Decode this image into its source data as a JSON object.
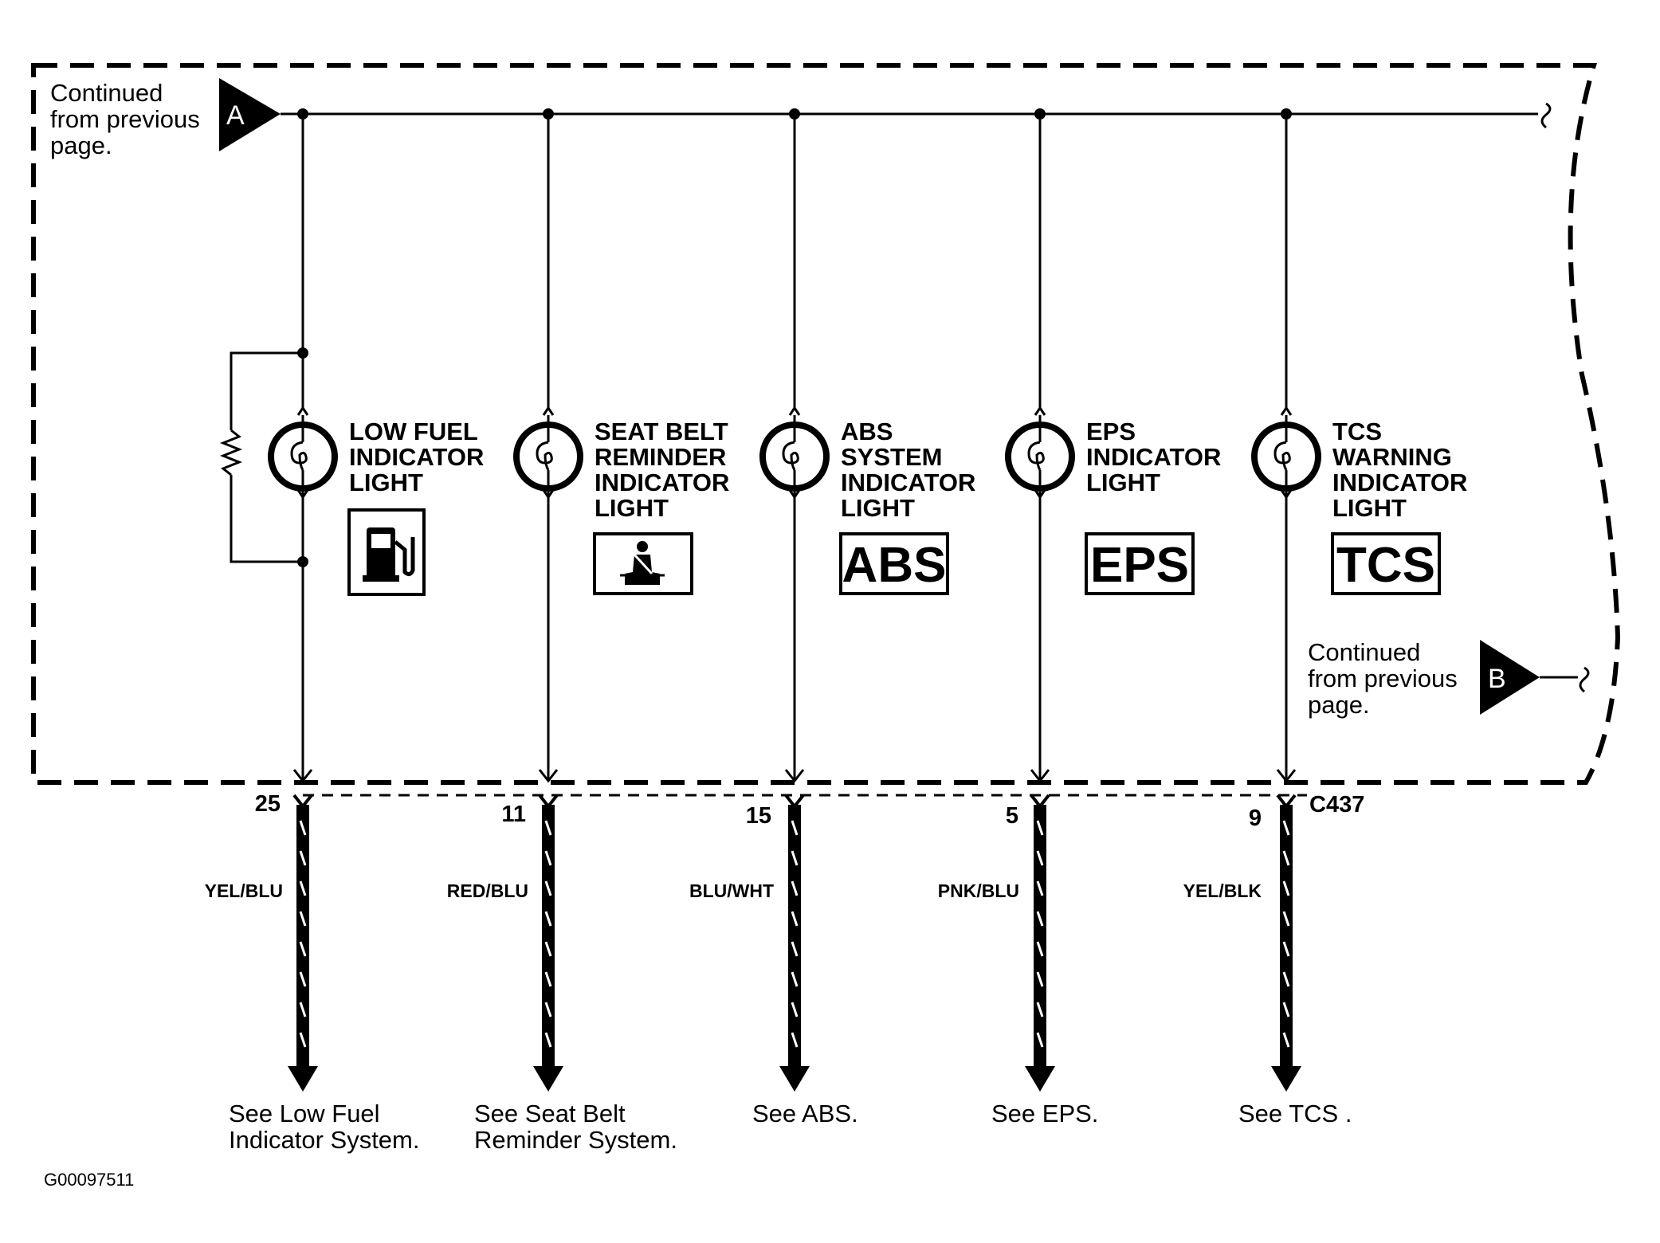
{
  "diagram_id": "G00097511",
  "connector": "C437",
  "continued_label": [
    "Continued",
    "from previous",
    "page."
  ],
  "connector_top": "A",
  "connector_bottom": "B",
  "branches": [
    {
      "name": "low-fuel",
      "label": [
        "LOW FUEL",
        "INDICATOR",
        "LIGHT"
      ],
      "symbol": "fuel-pump-icon",
      "pin": "25",
      "wire": "YEL/BLU",
      "see": [
        "See Low Fuel",
        "Indicator System."
      ]
    },
    {
      "name": "seat-belt",
      "label": [
        "SEAT BELT",
        "REMINDER",
        "INDICATOR",
        "LIGHT"
      ],
      "symbol": "seat-belt-icon",
      "pin": "11",
      "wire": "RED/BLU",
      "see": [
        "See Seat Belt",
        "Reminder System."
      ]
    },
    {
      "name": "abs",
      "label": [
        "ABS",
        "SYSTEM",
        "INDICATOR",
        "LIGHT"
      ],
      "symbol_text": "ABS",
      "pin": "15",
      "wire": "BLU/WHT",
      "see": [
        "See ABS."
      ]
    },
    {
      "name": "eps",
      "label": [
        "EPS",
        "INDICATOR",
        "LIGHT"
      ],
      "symbol_text": "EPS",
      "pin": "5",
      "wire": "PNK/BLU",
      "see": [
        "See EPS."
      ]
    },
    {
      "name": "tcs",
      "label": [
        "TCS",
        "WARNING",
        "INDICATOR",
        "LIGHT"
      ],
      "symbol_text": "TCS",
      "pin": "9",
      "wire": "YEL/BLK",
      "see": [
        "See TCS ."
      ]
    }
  ]
}
